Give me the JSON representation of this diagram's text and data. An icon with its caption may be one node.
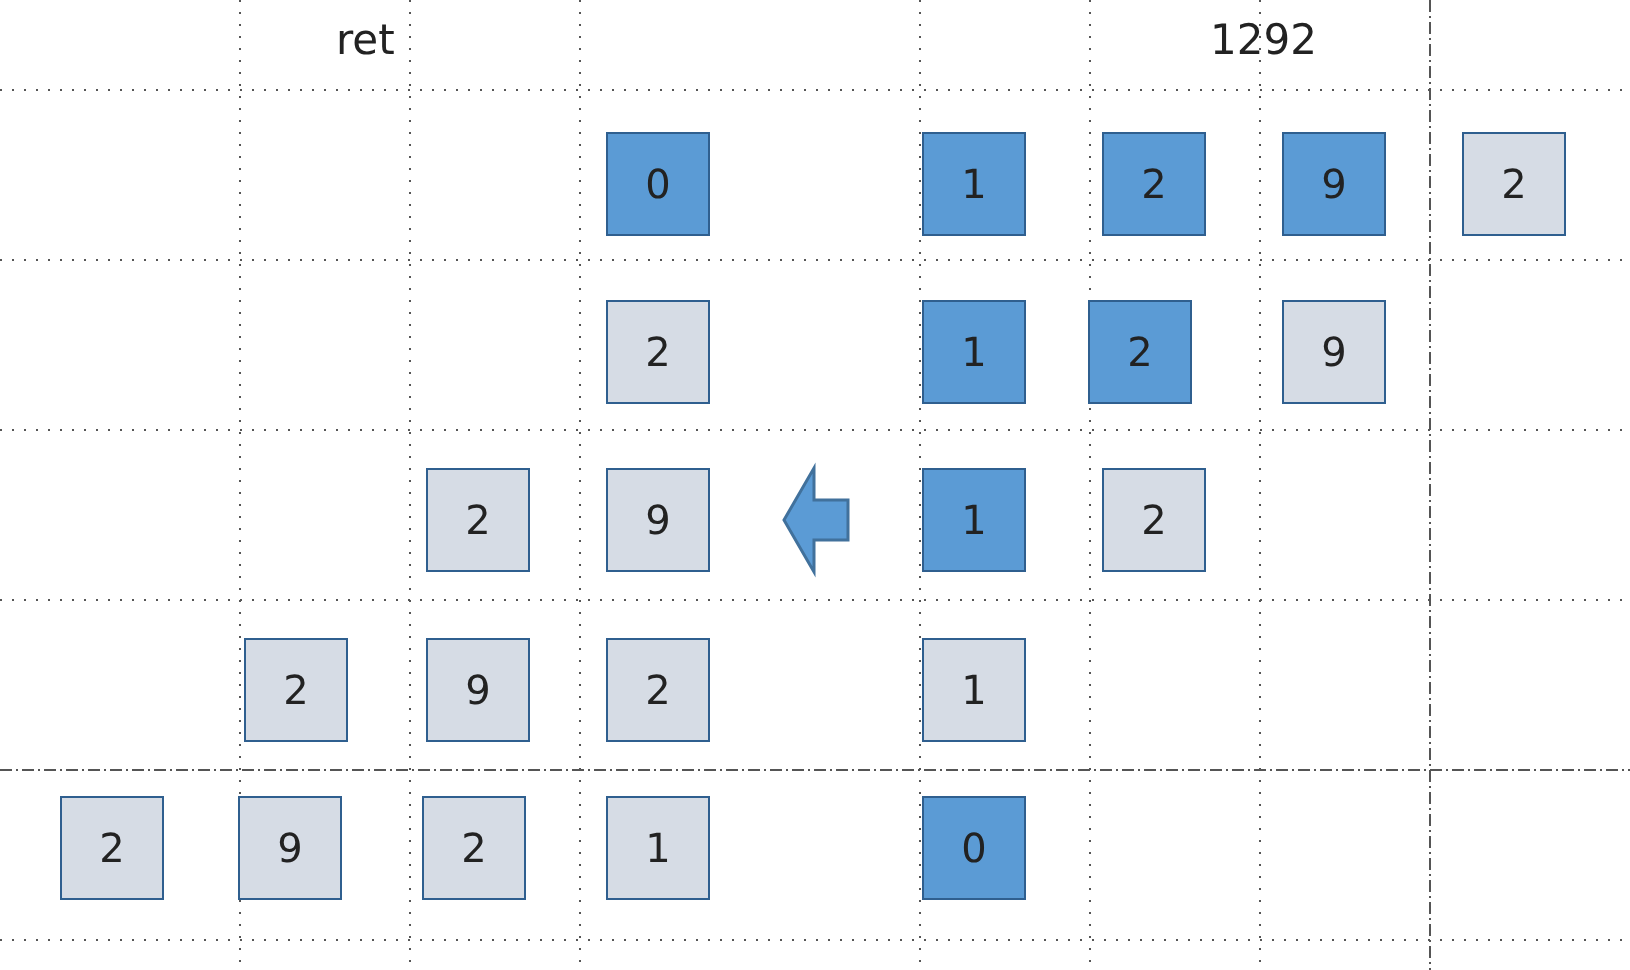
{
  "diagram": {
    "nodes": [
      {
        "text": [
          "0"
        ]
      },
      {
        "text": [
          "1"
        ]
      },
      {
        "text": [
          "2"
        ]
      },
      {
        "text": [
          "9"
        ]
      },
      {
        "text": [
          "2"
        ]
      },
      {
        "text": [
          "2"
        ]
      },
      {
        "text": [
          "1"
        ]
      },
      {
        "text": [
          "2"
        ]
      },
      {
        "text": [
          "9"
        ]
      },
      {
        "text": [
          "2"
        ]
      },
      {
        "text": [
          "9"
        ]
      },
      {
        "text": [
          "1"
        ]
      },
      {
        "text": [
          "2"
        ]
      },
      {
        "text": [
          "2"
        ]
      },
      {
        "text": [
          "9"
        ]
      },
      {
        "text": [
          "2"
        ]
      },
      {
        "text": [
          "1"
        ]
      },
      {
        "text": [
          "2"
        ]
      },
      {
        "text": [
          "9"
        ]
      },
      {
        "text": [
          "2"
        ]
      },
      {
        "text": [
          "1"
        ]
      },
      {
        "text": [
          "0"
        ]
      }
    ],
    "edges": [
      {
        "from": 11,
        "to": 10,
        "arrow": "to"
      }
    ],
    "labels": [
      "ret",
      "1292"
    ]
  }
}
